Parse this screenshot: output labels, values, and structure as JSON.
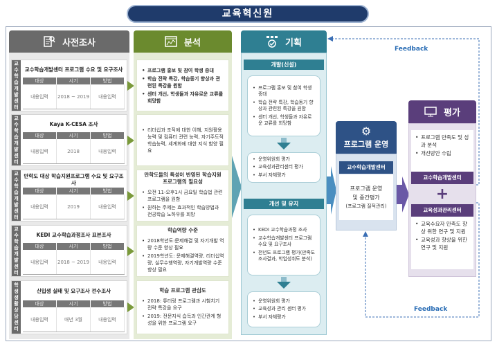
{
  "title": "교육혁신원",
  "columns": {
    "survey": {
      "title": "사전조사",
      "icon": "survey-document-icon",
      "headers": [
        "대상",
        "시기",
        "방법"
      ],
      "cards": [
        {
          "org": "교수학습개발센터",
          "title": "교수학습개발센터 프로그램 수요 및 요구조사",
          "target": "내용입력",
          "period": "2018 ~ 2019",
          "method": "내용입력"
        },
        {
          "org": "교수학습개발센터",
          "title": "Kaya K-CESA 조사",
          "target": "내용입력",
          "period": "2018",
          "method": "내용입력"
        },
        {
          "org": "교수학습개발센터",
          "title": "만학도 대상 학습지원프로그램 수요 및 요구조사",
          "target": "내용입력",
          "period": "2019",
          "method": "내용입력"
        },
        {
          "org": "교수학습개발센터",
          "title": "KEDI 교수학습과정조사 표본조사",
          "target": "내용입력",
          "period": "2018 ~ 2019",
          "method": "내용입력"
        },
        {
          "org": "학생생활상담센터",
          "title": "신입생 실태 및 요구조사 전수조사",
          "target": "내용입력",
          "period": "매년 3월",
          "method": "내용입력"
        }
      ]
    },
    "analysis": {
      "title": "분석",
      "icon": "chart-window-icon",
      "boxes": [
        {
          "heading": "",
          "items": [
            "프로그램 홍보 및 참여 학생 증대",
            "학습 전략 특강, 학습동기 향상과 관련된 특강을 원함",
            "센터 개선, 학생들과 자유로운 교류를 희망함"
          ]
        },
        {
          "heading": "",
          "items": [
            "리더십과 조직에 대한 이해, 지원활용능력 및 컴퓨터 관련 능력, 자기주도적 학습능력, 세계화에 대한 지식 함양 필요"
          ]
        },
        {
          "heading": "만학도들의 특성이 반영된 학습지원 프로그램의 필요성",
          "items": [
            "오전 11-오후1시 금요일 학습법 관련 프로그램을 원함",
            "원하는 주제는 효과적인 학습방법과 전공학습 노하우를 희망"
          ]
        },
        {
          "heading": "학습역량 수준",
          "items": [
            "2018학년도:문제해결 및 자기개발 역량 수준 향상 필요",
            "2019학년도: 문제해결역량, 리더십역량, 실무수행역량, 자기개발역량 수준 향상 필요"
          ]
        },
        {
          "heading": "학습 프로그램 관심도",
          "items": [
            "2018: 튜터링 프로그램과 시험치기 전략 특강을 요구",
            "2019: 전문지식 습득과 인간관계 형성을 위한 프로그램 요구"
          ]
        }
      ]
    },
    "planning": {
      "title": "기획",
      "icon": "plan-check-icon",
      "sections": [
        {
          "heading": "개발(신설)",
          "items": [
            "프로그램 홍보 및 참여 학생 증대",
            "학습 전략 특강, 학습동기 향상과 관련된 특강을 원함",
            "센터 개선, 학생들과 자유로운 교류를 희망함"
          ],
          "evals": [
            "운영위원회 평가",
            "교육성과관리센터 평가",
            "부서 자체평가"
          ]
        },
        {
          "heading": "개선 및 유지",
          "items": [
            "KEDI 교수학습과정 조사",
            "교수학습개발센터 프로그램 수요 및 요구조사",
            "전년도 프로그램 평가(만족도 조사결과, 학업성취도 분석)"
          ],
          "evals": [
            "운영위원회 평가",
            "교육성과 관리 센터 평가",
            "부서 자체평가"
          ]
        }
      ]
    },
    "operation": {
      "title": "프로그램 운영",
      "icon": "gear-check-icon",
      "center": "교수학습개발센터",
      "body": [
        "프로그램 운영",
        "및 중간평가",
        "(프로그램 질적관리)"
      ]
    },
    "evaluation": {
      "title": "평가",
      "icon": "monitor-icon",
      "top_items": [
        "프로그램 만족도 및 성과 분석",
        "개선방안 수립"
      ],
      "center1": "교수학습개발센터",
      "plus": "+",
      "center2": "교육성과관리센터",
      "bottom_items": [
        "교육수요자 만족도 향상 위한 연구 및 지원",
        "교육성과 향상을 위한 연구 및 지원"
      ]
    }
  },
  "feedback": {
    "top": "Feedback",
    "bottom": "Feedback"
  }
}
